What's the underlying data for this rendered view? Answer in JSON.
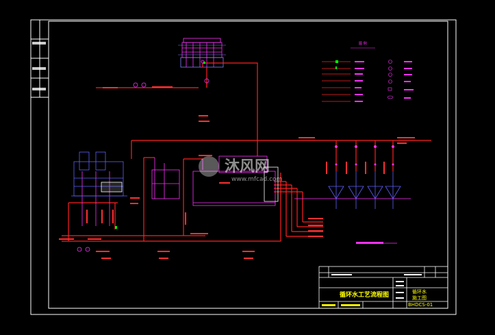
{
  "drawing": {
    "title": "循环水工艺流程图",
    "titleblock_code": "循环水",
    "titleblock_sub": "施工图",
    "drawing_number": "BHDCS-01",
    "legend_header": "图 例"
  },
  "watermark": {
    "brand": "沐风网",
    "url": "www.mfcad.com"
  },
  "colors": {
    "background": "#000000",
    "frame": "#ffffff",
    "pipe": "#ff2020",
    "pipe_alt": "#ff30ff",
    "equipment": "#5050ff",
    "titleblock_text": "#ffff00",
    "legend_green": "#00ff00"
  }
}
